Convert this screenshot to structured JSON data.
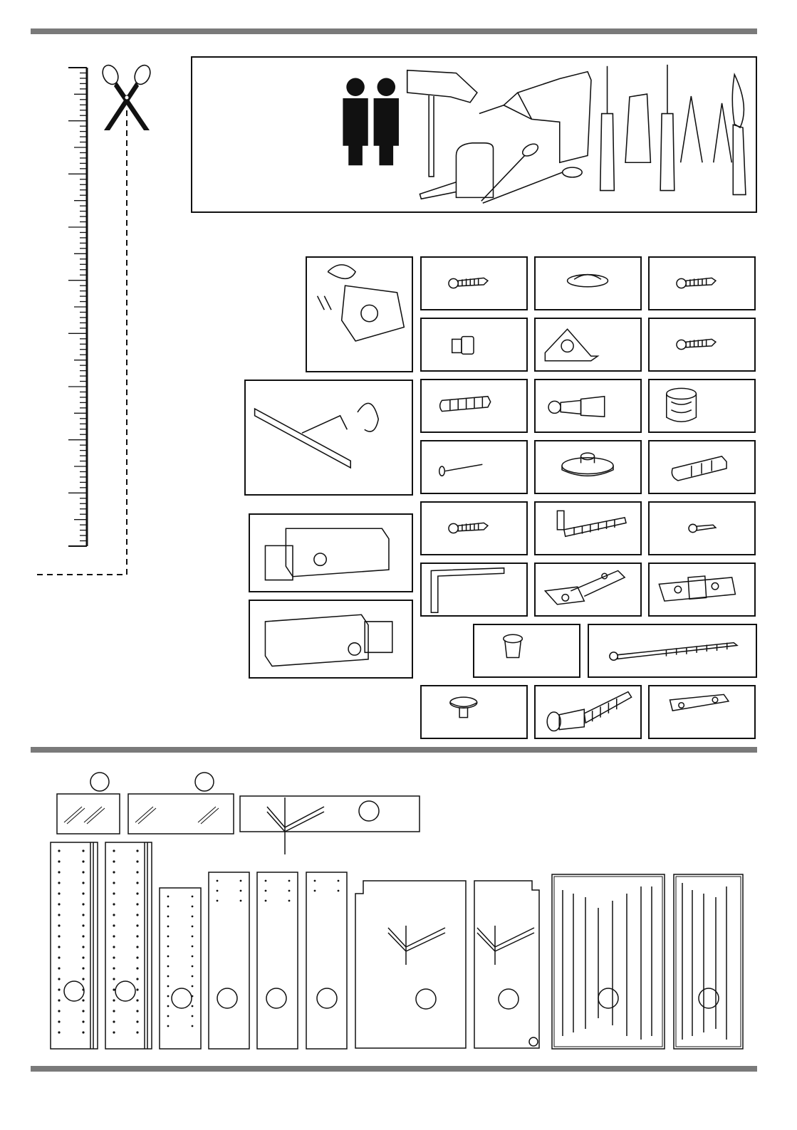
{
  "page": {
    "title": "",
    "background": "#ffffff",
    "rule_color": "#7a7a7a"
  },
  "tools": [
    {
      "name": "two-people-icon"
    },
    {
      "name": "hammer-icon"
    },
    {
      "name": "tape-measure-icon"
    },
    {
      "name": "drill-icon"
    },
    {
      "name": "scissors-icon"
    },
    {
      "name": "flat-screwdriver-icon"
    },
    {
      "name": "cross-screwdriver-icon"
    },
    {
      "name": "knife-icon"
    }
  ],
  "hardware_items": [
    "socket-box",
    "led-light-bar",
    "drawer-lock-left",
    "drawer-lock-right",
    "wood-screw-short",
    "cap-cover",
    "chipboard-screw-short",
    "shelf-support-pin",
    "corner-bracket",
    "wood-screw-long",
    "wooden-dowel",
    "connector-bolt",
    "cam-lock",
    "nail",
    "felt-pad",
    "wall-plug",
    "countersunk-screw",
    "hook-screw",
    "small-screw",
    "allen-key",
    "cabinet-hinge",
    "hinge-mounting-plate",
    "plastic-bushing",
    "long-screw",
    "adjustable-foot",
    "confirmat-screw",
    "hanging-bracket"
  ],
  "panels": [
    "mirror-small",
    "mirror-large",
    "top-panel",
    "side-panel-left",
    "side-panel-right",
    "middle-panel",
    "shelf-panel-1",
    "shelf-panel-2",
    "shelf-panel-3",
    "bottom-panel",
    "back-board-small",
    "door-panel-large",
    "door-panel-small"
  ]
}
